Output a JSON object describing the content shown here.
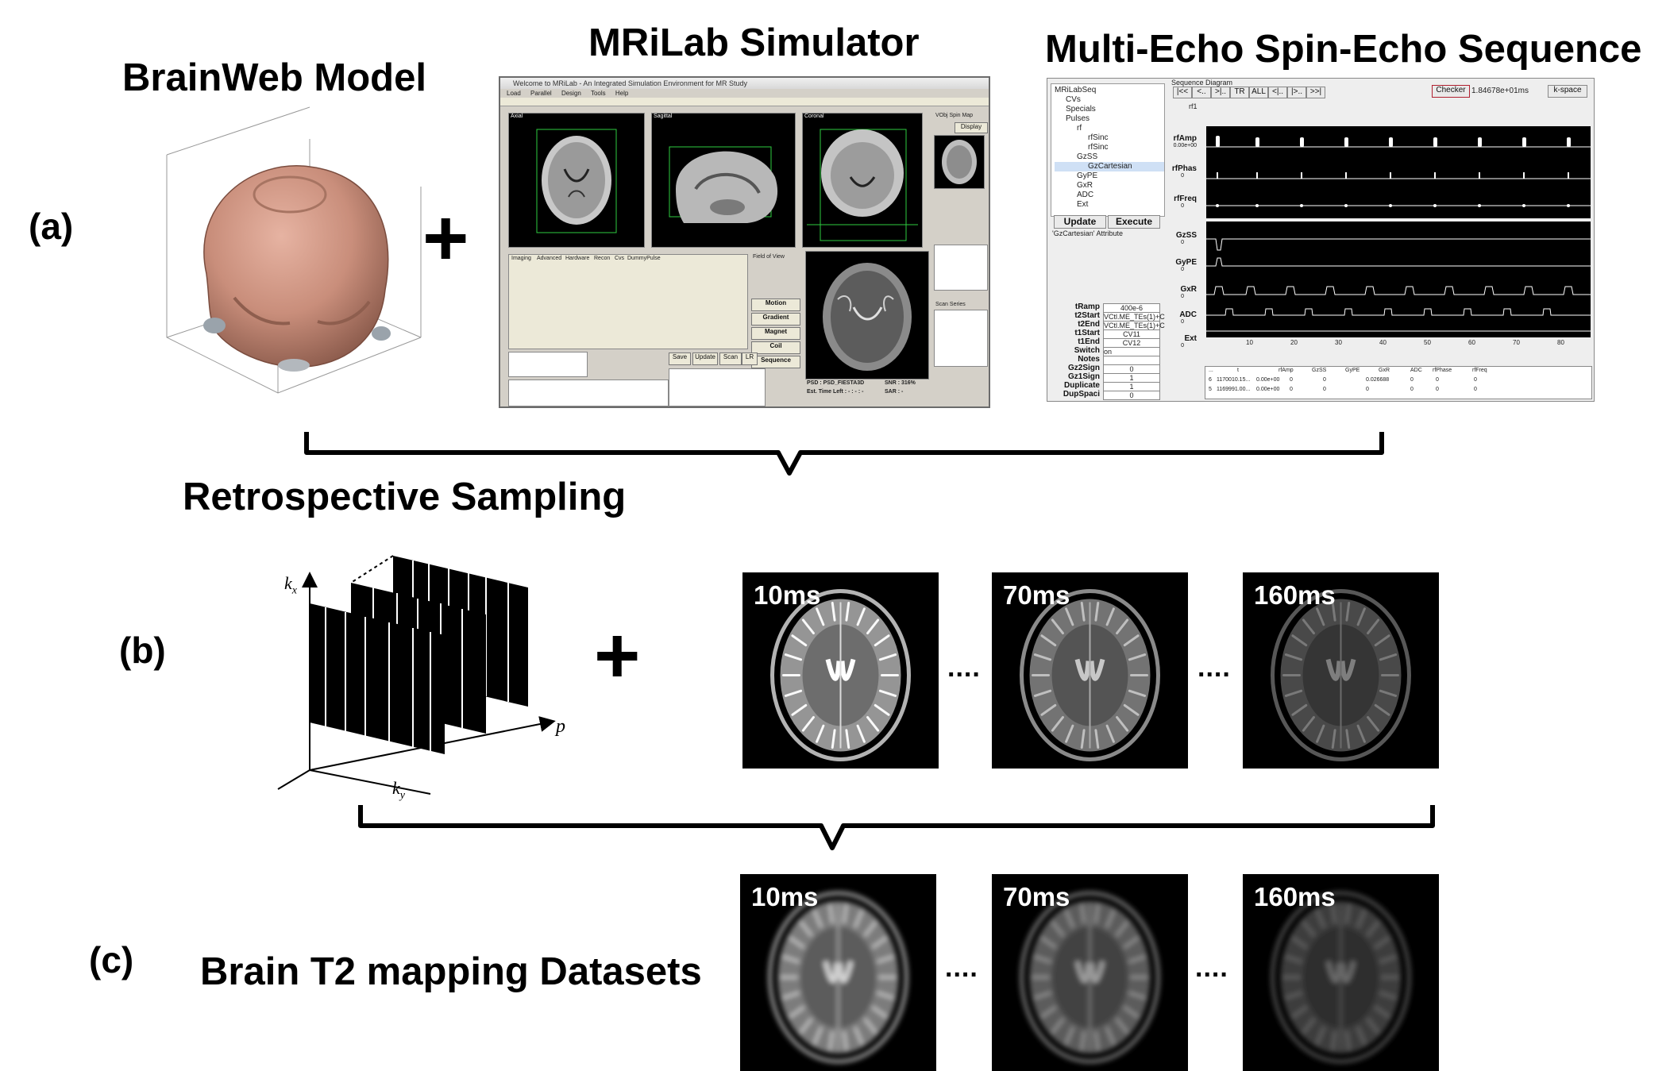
{
  "panel_a": {
    "label": "(a)",
    "brainweb_title": "BrainWeb Model",
    "mrilab_title": "MRiLab Simulator",
    "sequence_title": "Multi-Echo Spin-Echo Sequence",
    "plus": "+",
    "mrilab_window": {
      "title": "Welcome to MRiLab - An Integrated Simulation Environment for MR Study",
      "menu": [
        "Load",
        "Parallel",
        "Design",
        "Tools",
        "Help"
      ],
      "view_labels": [
        "Axial",
        "Sagittal",
        "Coronal"
      ],
      "settings_tabs": [
        "Imaging",
        "Advanced",
        "Hardware",
        "Recon",
        "Cvs",
        "DummyPulse"
      ],
      "field_of_view": "Field of View",
      "side_buttons": [
        "Motion",
        "Gradient",
        "Magnet",
        "Coil",
        "Sequence"
      ],
      "bottom_buttons": [
        "Save",
        "Update",
        "Scan",
        "LR"
      ],
      "psd": "PSD : PSD_FIESTA3D",
      "snr": "SNR : 316%",
      "est_time": "Est. Time Left : - : - : -",
      "sar": "SAR : -",
      "vobj_spin_map": "VObj Spin Map",
      "display_button": "Display",
      "scan_series": "Scan Series"
    },
    "sequence_window": {
      "tree": [
        "MRiLabSeq",
        "CVs",
        "Specials",
        "Pulses",
        "rf",
        "rfSinc",
        "rfSinc",
        "GzSS",
        "GzCartesian",
        "GyPE",
        "GxR",
        "ADC",
        "Ext"
      ],
      "update_button": "Update",
      "execute_button": "Execute",
      "attribute_header": "'GzCartesian' Attribute",
      "attributes": [
        {
          "name": "tRamp",
          "value": "400e-6"
        },
        {
          "name": "t2Start",
          "value": "VCtl.ME_TEs(1)+C"
        },
        {
          "name": "t2End",
          "value": "VCtl.ME_TEs(1)+C"
        },
        {
          "name": "t1Start",
          "value": "CV11"
        },
        {
          "name": "t1End",
          "value": "CV12"
        },
        {
          "name": "Switch",
          "value": "on"
        },
        {
          "name": "Notes",
          "value": ""
        },
        {
          "name": "Gz2Sign",
          "value": "0"
        },
        {
          "name": "Gz1Sign",
          "value": "1"
        },
        {
          "name": "Duplicate",
          "value": "1"
        },
        {
          "name": "DupSpaci",
          "value": "0"
        }
      ],
      "diagram_header": "Sequence Diagram",
      "nav_buttons": [
        "|<<",
        "<..",
        ">|..",
        "TR",
        "ALL",
        "<|..",
        "|>..",
        ">>|"
      ],
      "checker_button": "Checker",
      "time_readout": "1.84678e+01ms",
      "kspace_button": "k-space",
      "tab": "rf1",
      "channels": [
        {
          "name": "rfAmp",
          "value": "0.00e+00"
        },
        {
          "name": "rfPhas",
          "value": "0"
        },
        {
          "name": "rfFreq",
          "value": "0"
        },
        {
          "name": "GzSS",
          "value": "0"
        },
        {
          "name": "GyPE",
          "value": "0"
        },
        {
          "name": "GxR",
          "value": "0"
        },
        {
          "name": "ADC",
          "value": "0"
        },
        {
          "name": "Ext",
          "value": "0"
        }
      ],
      "axis_ticks": [
        "10",
        "20",
        "30",
        "40",
        "50",
        "60",
        "70",
        "80"
      ],
      "table_headers": [
        "...",
        "t",
        "rfAmp",
        "GzSS",
        "GyPE",
        "GxR",
        "ADC",
        "rfPhase",
        "rfFreq"
      ],
      "table_rows": [
        [
          "6",
          "1170010.15...",
          "0.00e+00",
          "0",
          "0",
          "0.026688",
          "0",
          "0",
          "0"
        ],
        [
          "5",
          "1169991.00...",
          "0.00e+00",
          "0",
          "0",
          "0",
          "0",
          "0",
          "0"
        ]
      ]
    }
  },
  "panel_b": {
    "label": "(b)",
    "title": "Retrospective Sampling",
    "axis_kx": "k",
    "axis_kx_sub": "x",
    "axis_ky": "k",
    "axis_ky_sub": "y",
    "axis_p": "p",
    "plus": "+",
    "ellipsis": "....",
    "echo_times": [
      "10ms",
      "70ms",
      "160ms"
    ],
    "image_brightness": [
      0.78,
      0.6,
      0.38
    ]
  },
  "panel_c": {
    "label": "(c)",
    "title": "Brain T2 mapping Datasets",
    "ellipsis": "....",
    "echo_times": [
      "10ms",
      "70ms",
      "160ms"
    ],
    "image_brightness": [
      0.65,
      0.48,
      0.32
    ]
  }
}
